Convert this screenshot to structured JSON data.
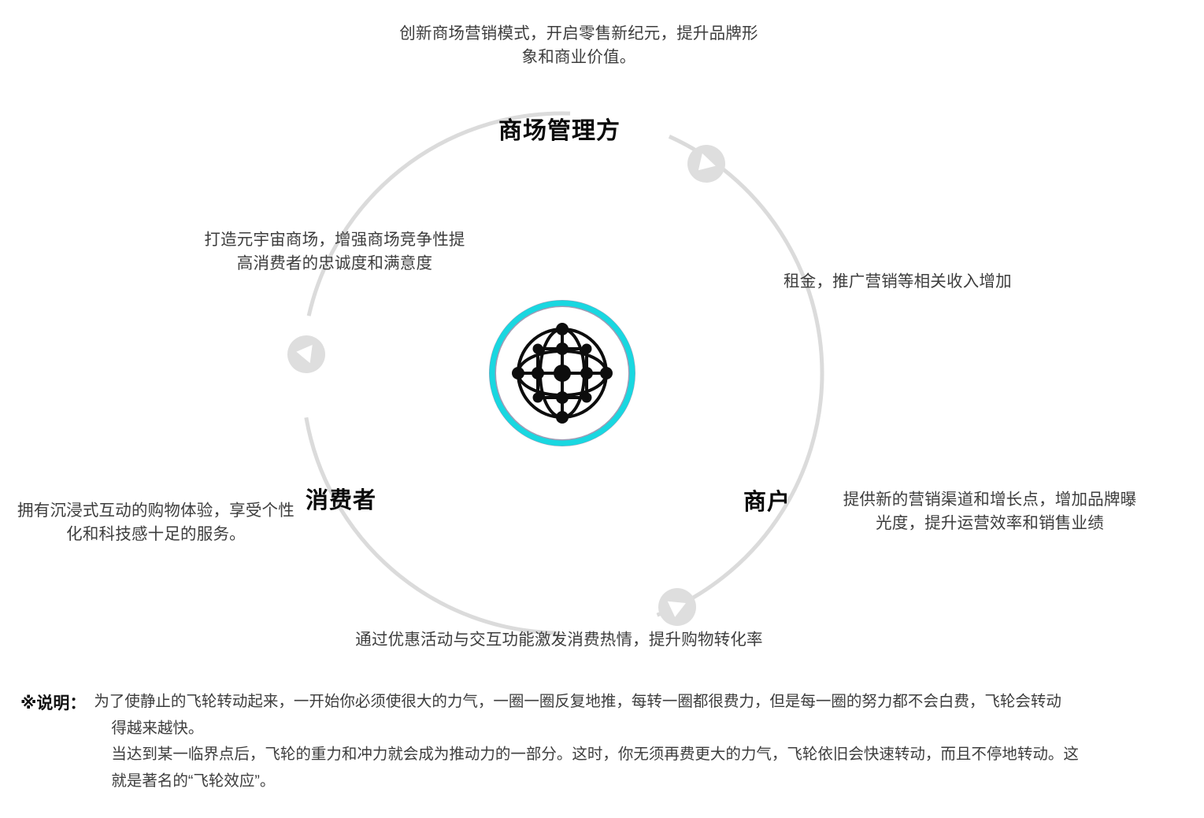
{
  "diagram": {
    "type": "flywheel",
    "center": {
      "icon": "network-globe-icon",
      "ring_color": "#19d7e0",
      "ring_shadow_color": "#8d8aa8"
    },
    "blades": [
      {
        "id": "mall",
        "label": "商场管理方",
        "color": "#19d7e0",
        "angle_deg": -90
      },
      {
        "id": "consumer",
        "label": "消费者",
        "color": "#f9bccc",
        "angle_deg": 150
      },
      {
        "id": "merchant",
        "label": "商户",
        "color": "#c4c4c4",
        "angle_deg": 30
      }
    ],
    "arc": {
      "color": "#d9d9d9",
      "marker_icon": "play-triangle-icon",
      "marker_count": 3
    }
  },
  "notes": {
    "top": "创新商场营销模式，开启零售新纪元，提升品牌形象和商业价值。",
    "left": "打造元宇宙商场，增强商场竞争性提高消费者的忠诚度和满意度",
    "right": "租金，推广营销等相关收入增加",
    "bottom_left": "拥有沉浸式互动的购物体验，享受个性化和科技感十足的服务。",
    "bottom_right": "提供新的营销渠道和增长点，增加品牌曝光度，提升运营效率和销售业绩",
    "bottom": "通过优惠活动与交互功能激发消费热情，提升购物转化率"
  },
  "footer": {
    "tag": "※说明：",
    "line1": "为了使静止的飞轮转动起来，一开始你必须使很大的力气，一圈一圈反复地推，每转一圈都很费力，但是每一圈的努力都不会白费，飞轮会转动",
    "line2": "得越来越快。",
    "line3": "当达到某一临界点后，飞轮的重力和冲力就会成为推动力的一部分。这时，你无须再费更大的力气，飞轮依旧会快速转动，而且不停地转动。这",
    "line4": "就是著名的“飞轮效应”。"
  }
}
